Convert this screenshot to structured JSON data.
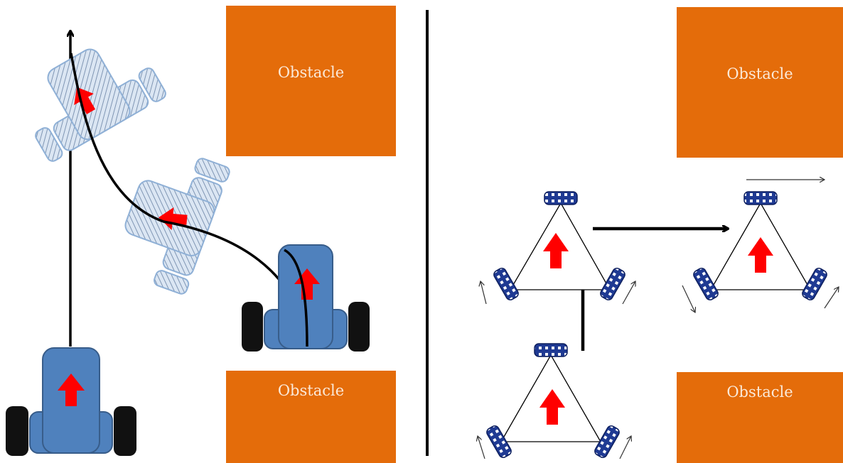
{
  "diagram": {
    "left_panel": {
      "obstacle_top_label": "Obstacle",
      "obstacle_bottom_label": "Obstacle"
    },
    "right_panel": {
      "obstacle_top_label": "Obstacle",
      "obstacle_bottom_label": "Obstacle"
    },
    "colors": {
      "obstacle": "#e46c0a",
      "robot_body": "#4f81bd",
      "ghost_robot": "#c6d9f1",
      "heading_arrow": "#ff0000",
      "wheel": "#000000",
      "omni_wheel": "#1f3a93",
      "path": "#000000"
    }
  }
}
